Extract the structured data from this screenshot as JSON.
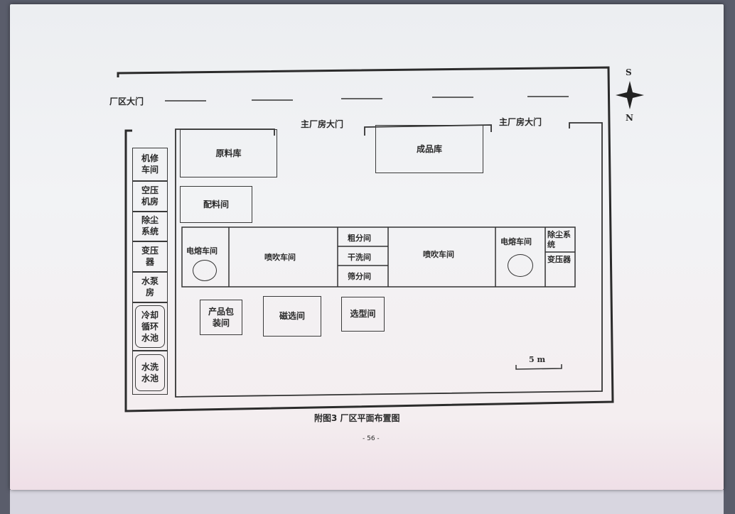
{
  "labels": {
    "factory_gate": "厂区大门",
    "main_gate_1": "主厂房大门",
    "main_gate_2": "主厂房大门",
    "compass_s": "S",
    "compass_n": "N",
    "scale": "5 m",
    "caption": "附图3  厂区平面布置图",
    "page_number": "- 56 -"
  },
  "left_column": [
    "机修车间",
    "空压机房",
    "除尘系统",
    "变压器",
    "水泵房",
    "冷却循环水池",
    "水洗水池"
  ],
  "rooms": {
    "raw_store": "原料库",
    "product_store": "成品库",
    "batching": "配料间",
    "arc_furnace_1": "电熔车间",
    "spray_1": "喷吹车间",
    "coarse_sort": "粗分间",
    "dry_wash": "干洗间",
    "sieve": "筛分间",
    "spray_2": "喷吹车间",
    "arc_furnace_2": "电熔车间",
    "dust_2": "除尘系统",
    "transformer_2": "变压器",
    "packing": "产品包装间",
    "magnetic": "磁选间",
    "shaping": "选型间"
  }
}
